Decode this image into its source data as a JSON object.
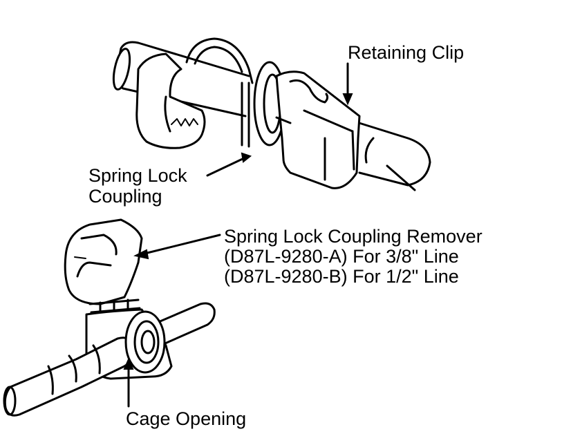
{
  "labels": {
    "retaining_clip": "Retaining Clip",
    "spring_lock_coupling_line1": "Spring Lock",
    "spring_lock_coupling_line2": "Coupling",
    "remover_line1": "Spring Lock Coupling Remover",
    "remover_line2": "(D87L-9280-A) For 3/8\" Line",
    "remover_line3": "(D87L-9280-B) For 1/2\" Line",
    "cage_opening": "Cage Opening"
  }
}
